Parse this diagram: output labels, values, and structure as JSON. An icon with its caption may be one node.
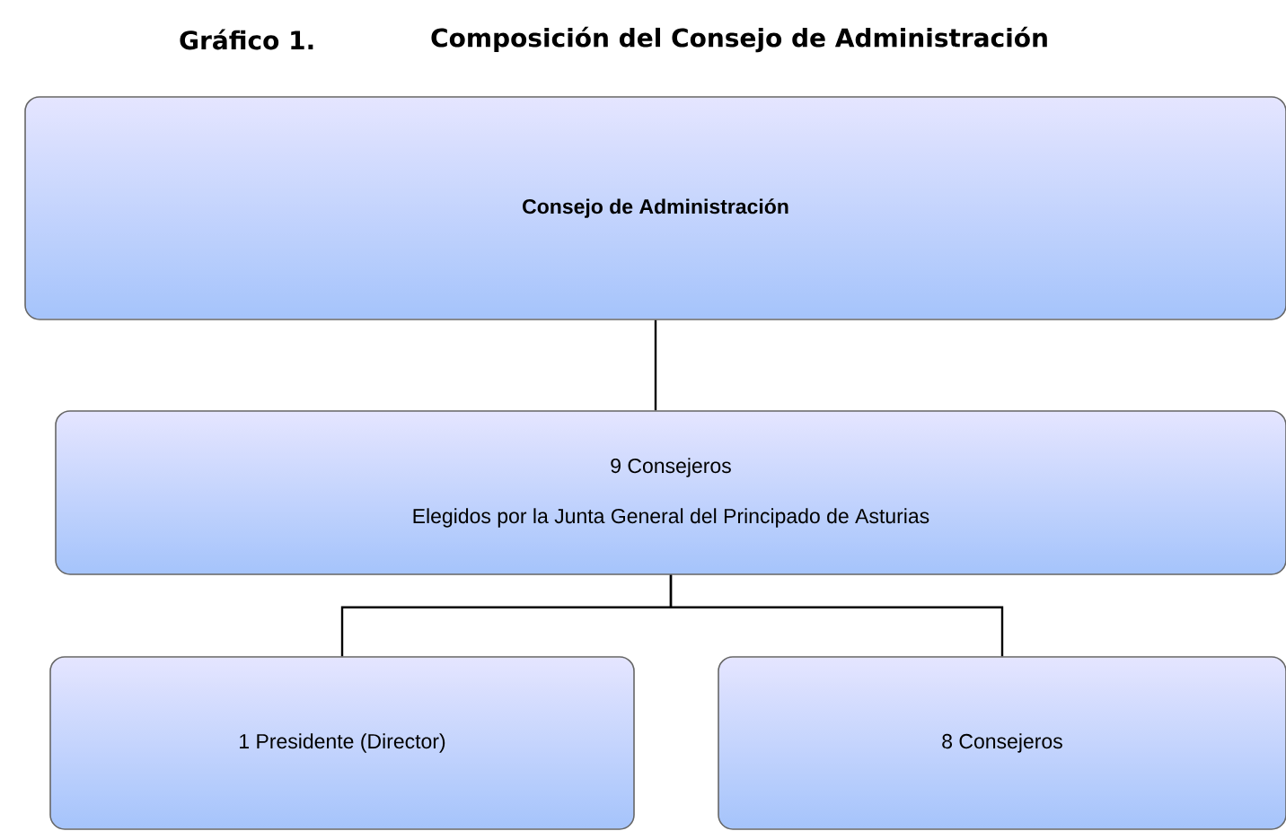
{
  "diagram": {
    "title": "Composición del Consejo de Administración",
    "nodes": [
      {
        "text": [
          "Consejo de Administración"
        ]
      },
      {
        "text": [
          "9 Consejeros",
          "Elegidos por la Junta General del Principado de Asturias"
        ]
      },
      {
        "text": [
          "1 Presidente (Director)"
        ]
      },
      {
        "text": [
          "8 Consejeros"
        ]
      }
    ],
    "edges": [
      {
        "from": 0,
        "to": 1,
        "arrow": "none"
      },
      {
        "from": 1,
        "to": 2,
        "arrow": "none"
      },
      {
        "from": 1,
        "to": 3,
        "arrow": "none"
      }
    ],
    "labels": [
      "Gráfico 1."
    ]
  }
}
